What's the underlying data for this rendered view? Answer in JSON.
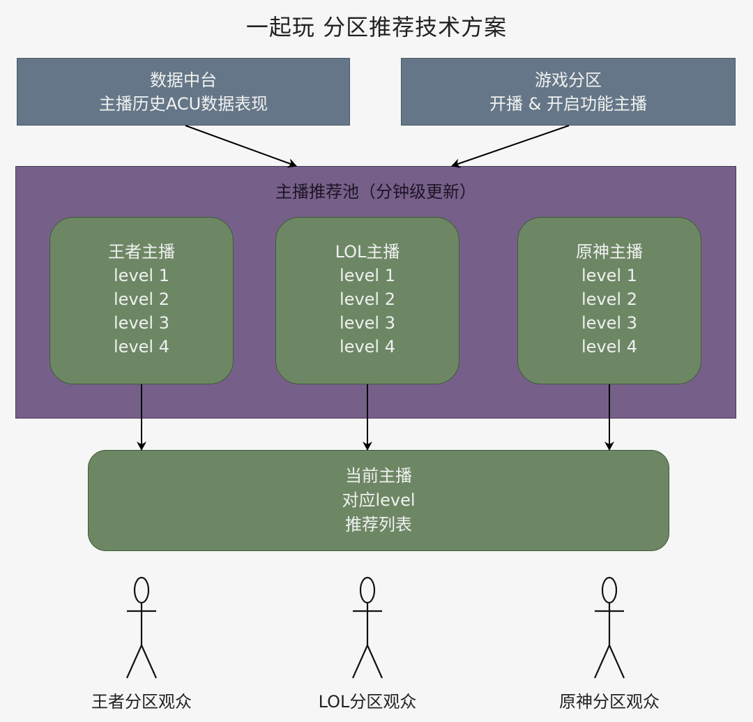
{
  "title": "一起玩 分区推荐技术方案",
  "sources": [
    {
      "id": "data-platform",
      "lines": [
        "数据中台",
        "主播历史ACU数据表现"
      ],
      "color": "#647687"
    },
    {
      "id": "game-zone",
      "lines": [
        "游戏分区",
        "开播 & 开启功能主播"
      ],
      "color": "#647687"
    }
  ],
  "pool": {
    "label": "主播推荐池（分钟级更新）",
    "color": "#76608a",
    "groups": [
      {
        "name": "王者主播",
        "levels": [
          "level 1",
          "level 2",
          "level 3",
          "level 4"
        ]
      },
      {
        "name": "LOL主播",
        "levels": [
          "level 1",
          "level 2",
          "level 3",
          "level 4"
        ]
      },
      {
        "name": "原神主播",
        "levels": [
          "level 1",
          "level 2",
          "level 3",
          "level 4"
        ]
      }
    ]
  },
  "result": {
    "lines": [
      "当前主播",
      "对应level",
      "推荐列表"
    ],
    "color": "#6d8764"
  },
  "audiences": [
    {
      "label": "王者分区观众"
    },
    {
      "label": "LOL分区观众"
    },
    {
      "label": "原神分区观众"
    }
  ],
  "icons": {
    "actor": "stick-figure-actor-icon",
    "arrow": "arrow-down-icon"
  }
}
